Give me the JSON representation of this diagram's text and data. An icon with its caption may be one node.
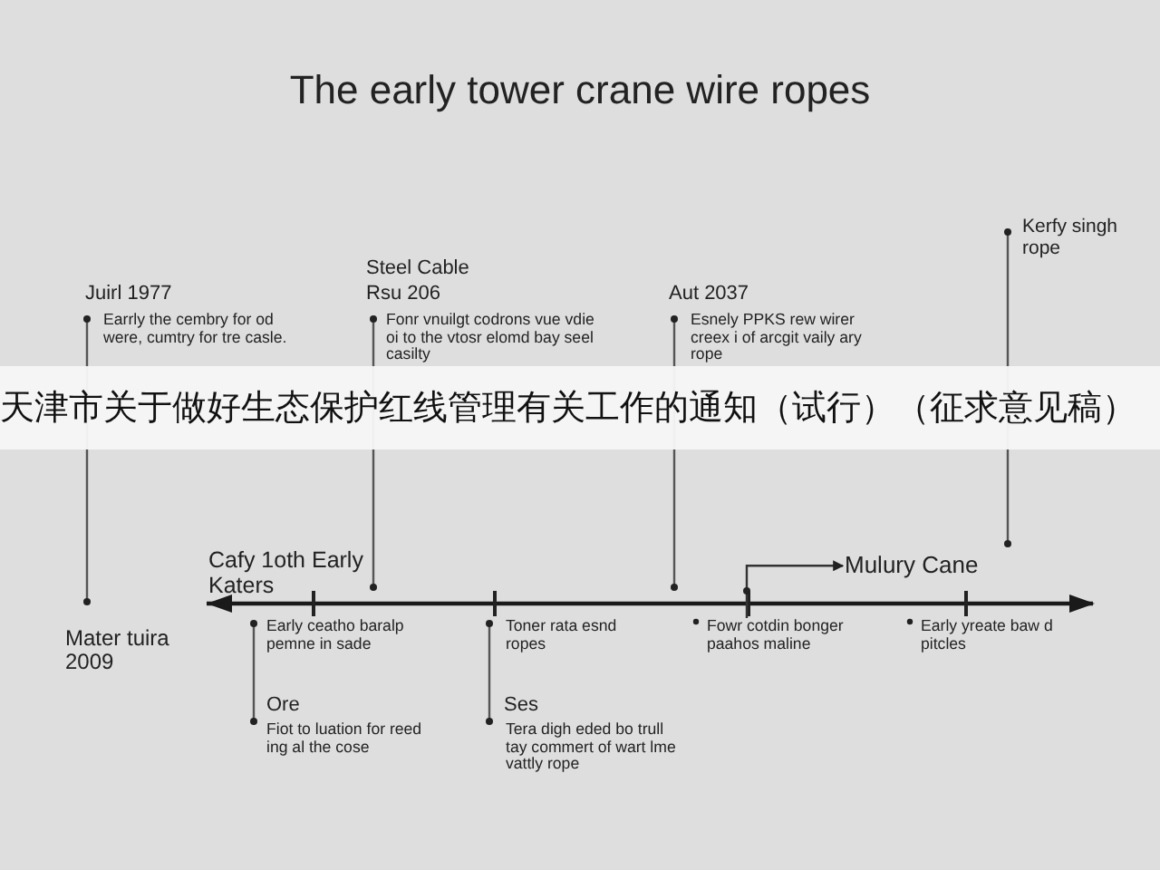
{
  "diagram": {
    "title": "The early tower crane wire ropes",
    "nodes": [
      {
        "text": [
          "Mulury Cane"
        ]
      },
      {
        "text": [
          "Fowr cotdin bonger paahos maline"
        ]
      }
    ],
    "edges": [
      {
        "from": 1,
        "to": 0,
        "arrow": "to"
      }
    ],
    "labels": [
      "Kerfy singh rope",
      "Steel Cable",
      "Juirl 1977",
      "Rsu 206",
      "Aut 2037",
      "Earrly the cembry for od were, cumtry for tre casle.",
      "Fonr vnuilgt codrons vue vdie oi to the vtosr elomd bay seel casilty",
      "Esnely PPKS rew wirer creex i of arcgit vaily ary rope",
      "天津市关于做好生态保护红线管理有关工作的通知（试行）（征求意见稿）",
      "Cafy 1oth Early Katers",
      "Mater tuira 2009",
      "Early ceatho baralp pemne in sade",
      "Toner rata esnd ropes",
      "Early yreate baw d pitcles",
      "Ore",
      "Ses",
      "Fiot to luation for reed ing al the cose",
      "Tera digh eded bo trull tay commert of wart lme vattly rope"
    ]
  }
}
